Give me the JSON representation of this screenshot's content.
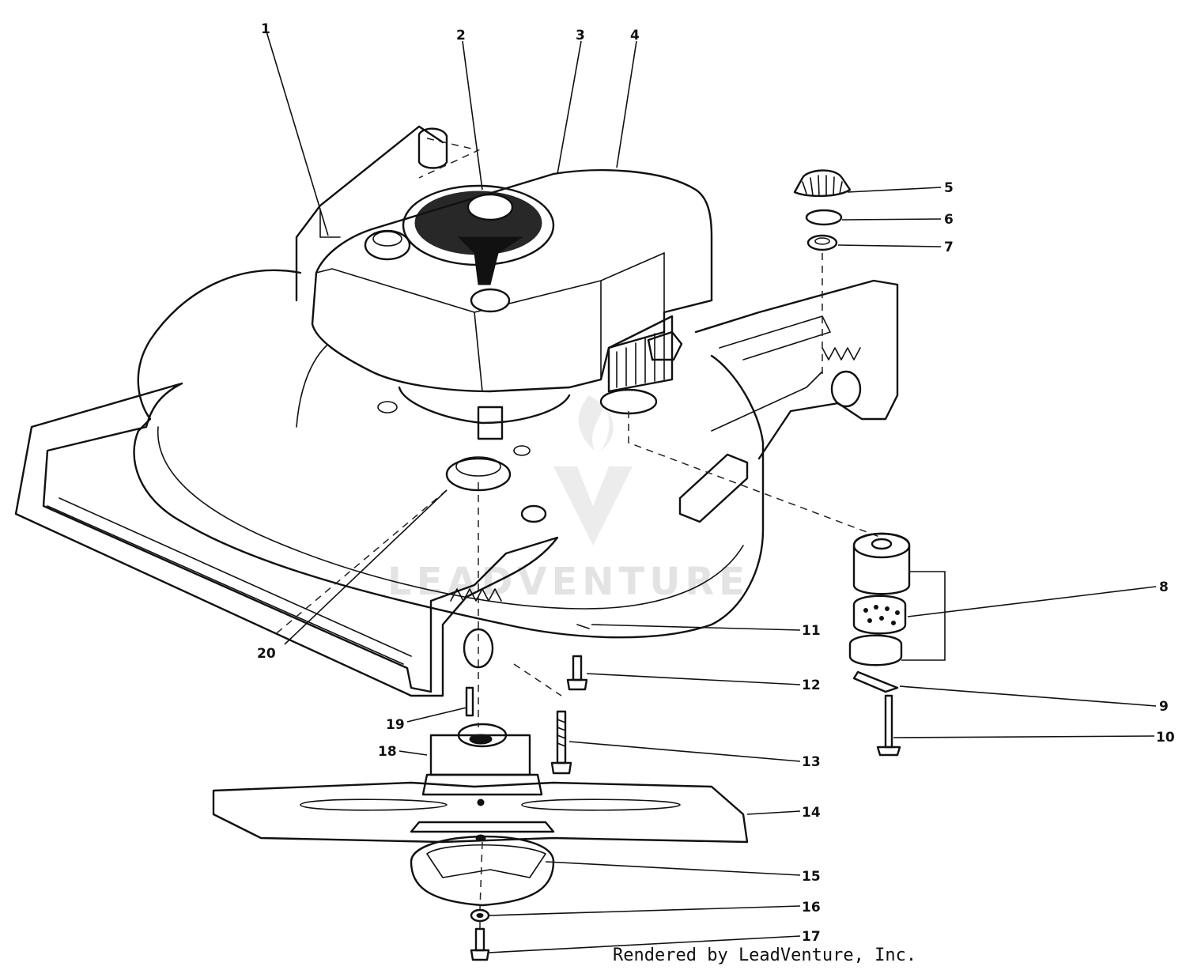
{
  "diagram": {
    "callouts": [
      {
        "id": "1",
        "label": "1"
      },
      {
        "id": "2",
        "label": "2"
      },
      {
        "id": "3",
        "label": "3"
      },
      {
        "id": "4",
        "label": "4"
      },
      {
        "id": "5",
        "label": "5"
      },
      {
        "id": "6",
        "label": "6"
      },
      {
        "id": "7",
        "label": "7"
      },
      {
        "id": "8",
        "label": "8"
      },
      {
        "id": "9",
        "label": "9"
      },
      {
        "id": "10",
        "label": "10"
      },
      {
        "id": "11",
        "label": "11"
      },
      {
        "id": "12",
        "label": "12"
      },
      {
        "id": "13",
        "label": "13"
      },
      {
        "id": "14",
        "label": "14"
      },
      {
        "id": "15",
        "label": "15"
      },
      {
        "id": "16",
        "label": "16"
      },
      {
        "id": "17",
        "label": "17"
      },
      {
        "id": "18",
        "label": "18"
      },
      {
        "id": "19",
        "label": "19"
      },
      {
        "id": "20",
        "label": "20"
      }
    ],
    "watermark": "LEADVENTURE",
    "credit": "Rendered by LeadVenture, Inc."
  }
}
